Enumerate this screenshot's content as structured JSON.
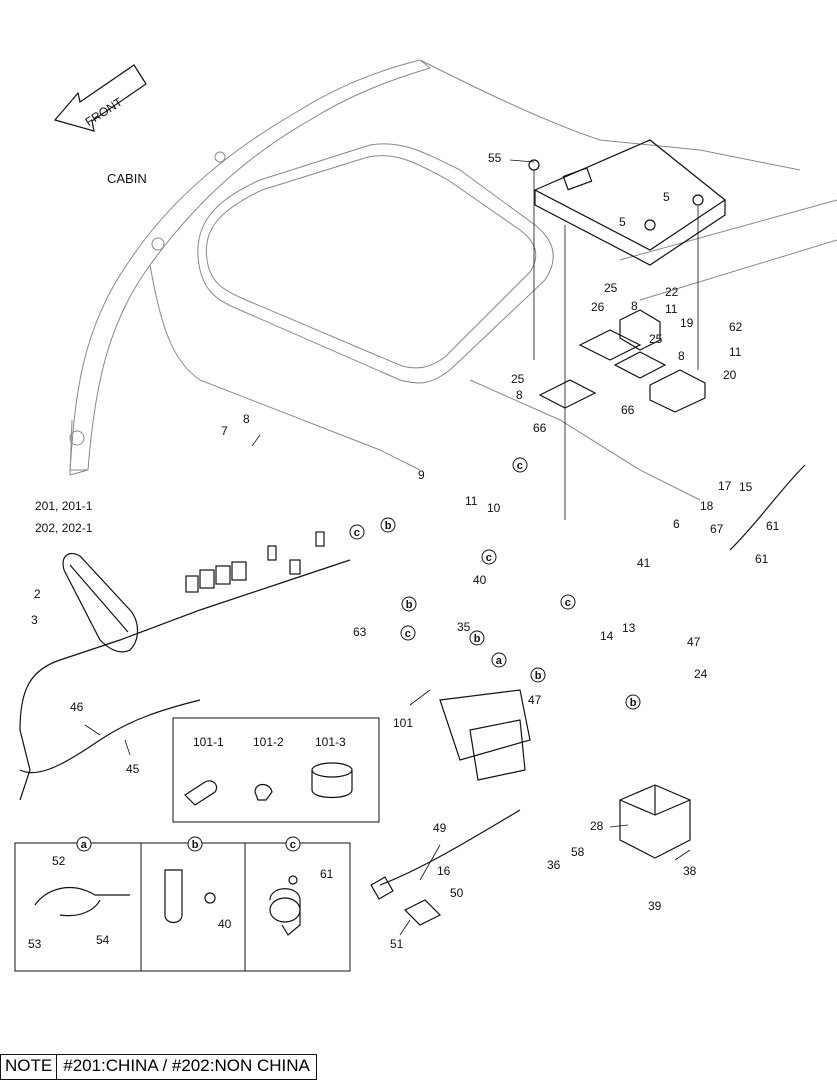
{
  "front_label": "FRONT",
  "cabin_label": "CABIN",
  "parts": [
    "55",
    "5",
    "5",
    "25",
    "8",
    "22",
    "26",
    "11",
    "19",
    "62",
    "25",
    "8",
    "11",
    "25",
    "8",
    "66",
    "66",
    "20",
    "7",
    "8",
    "9",
    "11",
    "10",
    "17",
    "15",
    "18",
    "67",
    "6",
    "61",
    "61",
    "201, 201-1",
    "202, 202-1",
    "2",
    "3",
    "41",
    "40",
    "35",
    "13",
    "14",
    "47",
    "24",
    "63",
    "47",
    "101",
    "46",
    "45",
    "28",
    "58",
    "36",
    "38",
    "39",
    "49",
    "16",
    "50",
    "51",
    "52",
    "53",
    "54",
    "40",
    "61"
  ],
  "callouts": [
    "c",
    "b",
    "c",
    "b",
    "c",
    "c",
    "b",
    "c",
    "a",
    "b",
    "b"
  ],
  "inset_parts": {
    "labels": [
      "101-1",
      "101-2",
      "101-3"
    ]
  },
  "details": [
    {
      "letter": "a",
      "labels": [
        "52",
        "53",
        "54"
      ]
    },
    {
      "letter": "b",
      "labels": [
        "40"
      ]
    },
    {
      "letter": "c",
      "labels": [
        "61"
      ]
    }
  ],
  "note": {
    "key": "NOTE",
    "text": "#201:CHINA / #202:NON CHINA"
  }
}
